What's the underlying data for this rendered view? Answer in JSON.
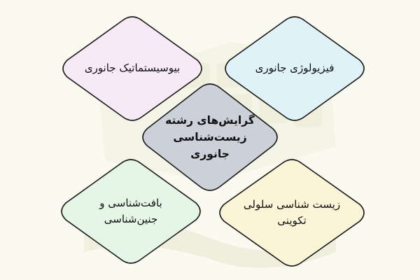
{
  "diagram": {
    "center": {
      "text": "گرایش‌های رشته\nزیست‌شناسی\nجانوری",
      "fill": "#ccd0d9"
    },
    "nodes": [
      {
        "id": "top-left",
        "text": "بیوسیستماتیک جانوری",
        "fill": "#f7e9f6"
      },
      {
        "id": "top-right",
        "text": "فیزیولوژی جانوری",
        "fill": "#def2f8"
      },
      {
        "id": "bottom-left",
        "text": "بافت‌شناسی و\nجنین‌شناسی",
        "fill": "#e5f6e6"
      },
      {
        "id": "bottom-right",
        "text": "زیست شناسی سلولی\nتکوینی",
        "fill": "#fcf4d7"
      }
    ],
    "stroke": "#1a1a1a",
    "background": "#fbfaf1"
  }
}
